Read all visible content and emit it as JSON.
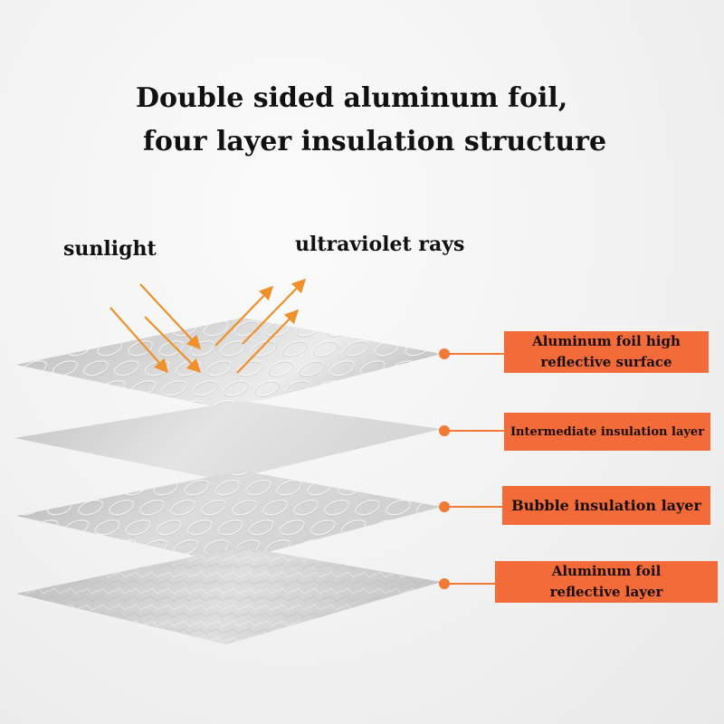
{
  "title": {
    "line1": "Double sided aluminum foil,",
    "line2": "four layer insulation structure"
  },
  "rays": {
    "sunlight_label": "sunlight",
    "uv_label": "ultraviolet rays"
  },
  "layers": [
    {
      "name": "Aluminum foil high reflective surface",
      "line1": "Aluminum foil high",
      "line2": "reflective surface"
    },
    {
      "name": "Intermediate insulation layer",
      "line1": "Intermediate insulation layer",
      "line2": ""
    },
    {
      "name": "Bubble insulation layer",
      "line1": "Bubble insulation layer",
      "line2": ""
    },
    {
      "name": "Aluminum foil reflective layer",
      "line1": "Aluminum foil",
      "line2": "reflective layer"
    }
  ],
  "colors": {
    "accent": "#f26b38",
    "arrow": "#f0902a",
    "connector": "#f07a35"
  }
}
